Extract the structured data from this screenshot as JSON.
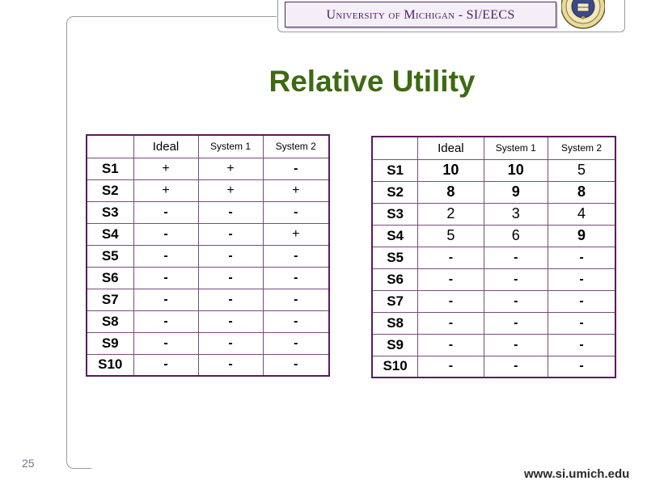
{
  "header": {
    "title": "University of Michigan - SI/EECS"
  },
  "slide": {
    "title": "Relative Utility",
    "page_number": "25"
  },
  "footer": {
    "url": "www.si.umich.edu"
  },
  "left_table": {
    "headers": [
      "",
      "Ideal",
      "System 1",
      "System 2"
    ],
    "rows": [
      [
        "S1",
        "+",
        "+",
        "-"
      ],
      [
        "S2",
        "+",
        "+",
        "+"
      ],
      [
        "S3",
        "-",
        "-",
        "-"
      ],
      [
        "S4",
        "-",
        "-",
        "+"
      ],
      [
        "S5",
        "-",
        "-",
        "-"
      ],
      [
        "S6",
        "-",
        "-",
        "-"
      ],
      [
        "S7",
        "-",
        "-",
        "-"
      ],
      [
        "S8",
        "-",
        "-",
        "-"
      ],
      [
        "S9",
        "-",
        "-",
        "-"
      ],
      [
        "S10",
        "-",
        "-",
        "-"
      ]
    ]
  },
  "right_table": {
    "headers": [
      "",
      "Ideal",
      "System 1",
      "System 2"
    ],
    "rows": [
      [
        "S1",
        "10",
        "10",
        "5"
      ],
      [
        "S2",
        "8",
        "9",
        "8"
      ],
      [
        "S3",
        "2",
        "3",
        "4"
      ],
      [
        "S4",
        "5",
        "6",
        "9"
      ],
      [
        "S5",
        "-",
        "-",
        "-"
      ],
      [
        "S6",
        "-",
        "-",
        "-"
      ],
      [
        "S7",
        "-",
        "-",
        "-"
      ],
      [
        "S8",
        "-",
        "-",
        "-"
      ],
      [
        "S9",
        "-",
        "-",
        "-"
      ],
      [
        "S10",
        "-",
        "-",
        "-"
      ]
    ]
  },
  "colors": {
    "title_green": "#3d6a12",
    "header_purple": "#4b1d6e",
    "table_border": "#5a1a60"
  }
}
